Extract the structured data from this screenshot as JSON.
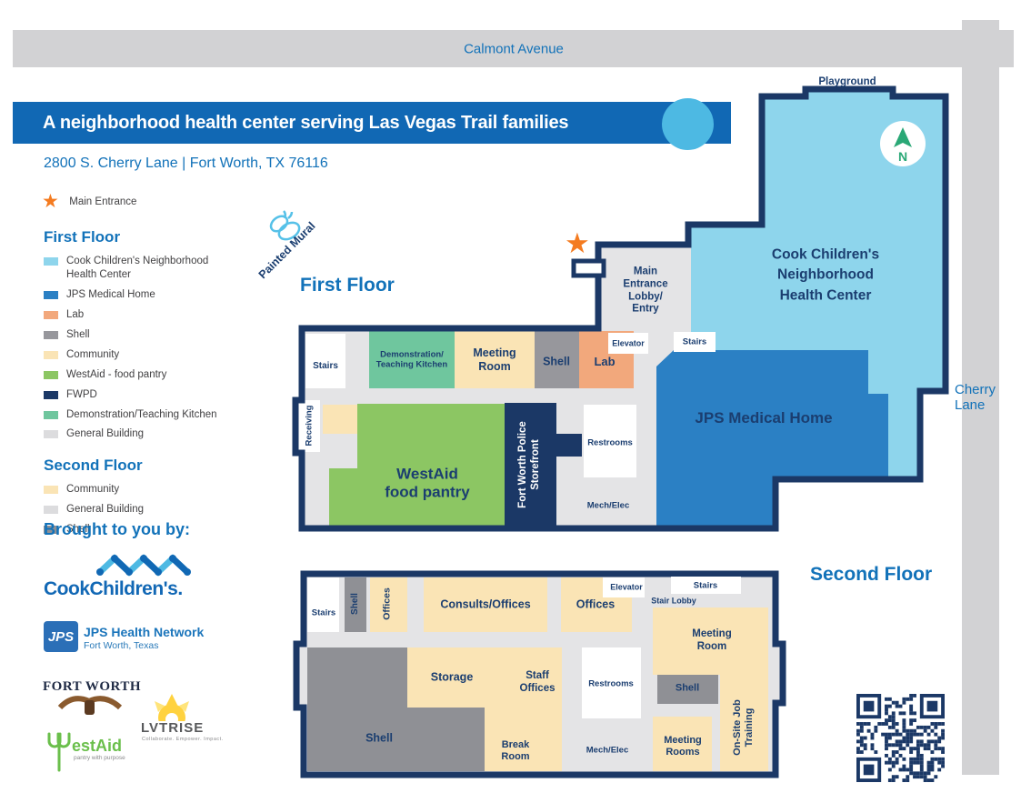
{
  "streets": {
    "top_label": "Calmont Avenue",
    "side_label": "Cherry Lane"
  },
  "header": {
    "title": "A neighborhood health center serving Las Vegas Trail families",
    "address": "2800 S. Cherry Lane  |  Fort Worth, TX 76116"
  },
  "legend": {
    "main_entrance_label": "Main Entrance",
    "first_floor_heading": "First Floor",
    "first_floor_items": [
      {
        "label": "Cook Children's Neighborhood Health Center",
        "color": "#8ed5ec"
      },
      {
        "label": "JPS Medical Home",
        "color": "#2b80c4"
      },
      {
        "label": "Lab",
        "color": "#f2a87c"
      },
      {
        "label": "Shell",
        "color": "#97979c"
      },
      {
        "label": "Community",
        "color": "#fae4b5"
      },
      {
        "label": "WestAid - food pantry",
        "color": "#8cc663"
      },
      {
        "label": "FWPD",
        "color": "#1b3866"
      },
      {
        "label": "Demonstration/Teaching Kitchen",
        "color": "#6fc69e"
      },
      {
        "label": "General Building",
        "color": "#dcdcde"
      }
    ],
    "second_floor_heading": "Second Floor",
    "second_floor_items": [
      {
        "label": "Community",
        "color": "#fae4b5"
      },
      {
        "label": "General Building",
        "color": "#dcdcde"
      },
      {
        "label": "Shell",
        "color": "#8f9095"
      }
    ],
    "brought_by": "Brought to you by:"
  },
  "sponsors": {
    "cook_childrens": "CookChildren's.",
    "jps_logo_text": "JPS",
    "jps_name": "JPS Health Network",
    "jps_sub": "Fort Worth, Texas",
    "fort_worth": "FORT WORTH",
    "lvtrise_name": "LVTRISE",
    "lvtrise_tagline": "Collaborate. Empower. Impact.",
    "westaid_name": "estAid",
    "westaid_tagline": "pantry with purpose"
  },
  "first_floor": {
    "heading": "First Floor",
    "painted_mural": "Painted Mural",
    "playground": "Playground",
    "compass_n": "N",
    "main_entrance_star": "★",
    "rooms": {
      "stairs_left": "Stairs",
      "demo_kitchen": "Demonstration/\nTeaching Kitchen",
      "meeting_room": "Meeting\nRoom",
      "shell": "Shell",
      "lab": "Lab",
      "elevator": "Elevator",
      "stairs_right": "Stairs",
      "lobby": "Main\nEntrance\nLobby/\nEntry",
      "cook_building": "Cook Children's\nNeighborhood\nHealth Center",
      "jps_home": "JPS Medical Home",
      "receiving": "Receiving",
      "westaid": "WestAid\nfood pantry",
      "police": "Fort Worth Police\nStorefront",
      "restrooms": "Restrooms",
      "mech_elec": "Mech/Elec"
    }
  },
  "second_floor": {
    "heading": "Second Floor",
    "rooms": {
      "stairs_left": "Stairs",
      "shell_top": "Shell",
      "offices_left": "Offices",
      "consults_offices": "Consults/Offices",
      "offices": "Offices",
      "elevator": "Elevator",
      "stairs_right": "Stairs",
      "stair_lobby": "Stair Lobby",
      "meeting_room": "Meeting\nRoom",
      "storage": "Storage",
      "staff_offices": "Staff\nOffices",
      "restrooms": "Restrooms",
      "shell_mid": "Shell",
      "shell_big": "Shell",
      "break_room": "Break\nRoom",
      "mech_elec": "Mech/Elec",
      "meeting_rooms": "Meeting\nRooms",
      "onsite_job": "On-Site Job\nTraining"
    }
  },
  "colors": {
    "street": "#d2d2d4",
    "header_blue": "#1168b4",
    "accent_circle": "#4db9e3",
    "heading_blue": "#1272b9",
    "navy": "#1b3866",
    "cook": "#8ed5ec",
    "jps": "#2b80c4",
    "lab": "#f2a87c",
    "shell": "#97979c",
    "shell_dark": "#8f9095",
    "community": "#fae4b5",
    "westaid": "#8cc663",
    "fwpd": "#1b3866",
    "kitchen": "#6fc69e",
    "general": "#e4e4e6",
    "general_light": "#dcdcde",
    "star_orange": "#f47b20",
    "compass_green": "#2aa876",
    "butterfly": "#56c1e8",
    "white": "#ffffff"
  }
}
